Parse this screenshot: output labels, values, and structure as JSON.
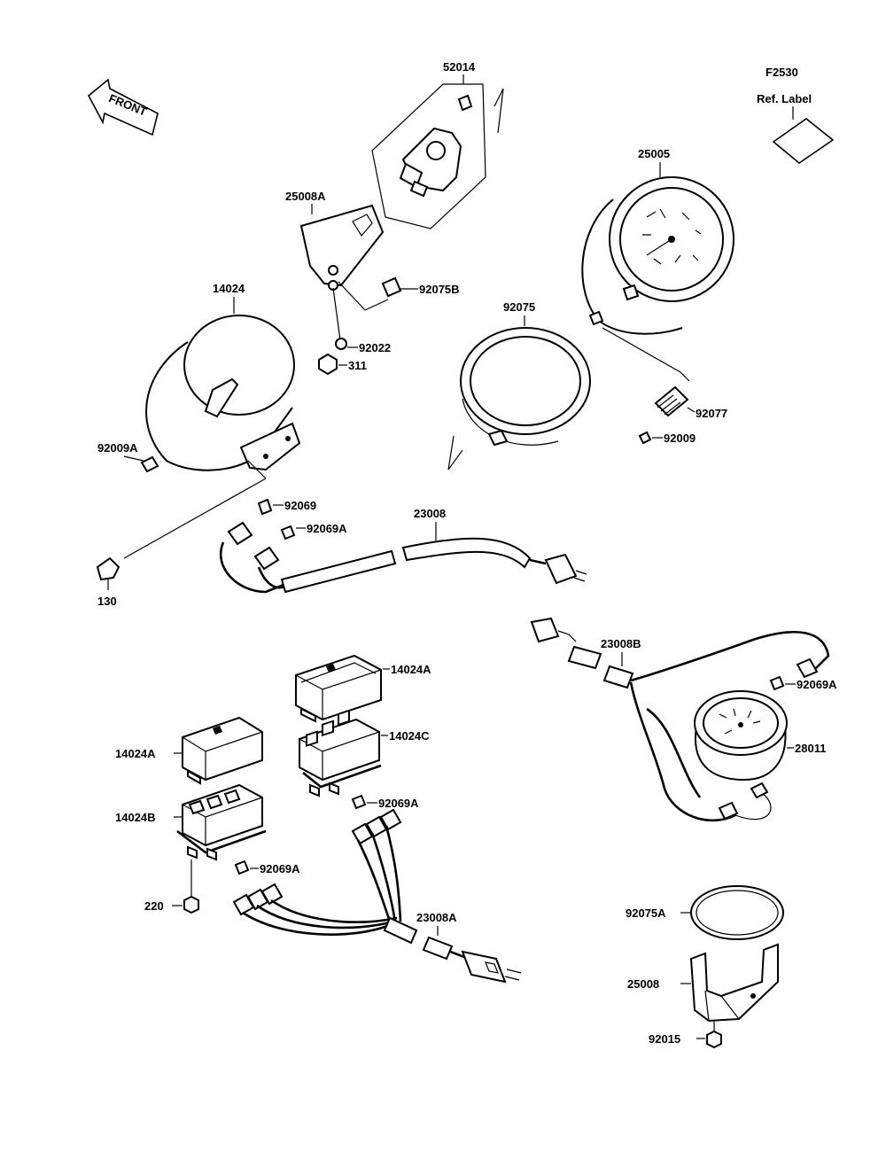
{
  "header": {
    "code": "F2530",
    "ref_label": "Ref. Label",
    "front": "FRONT"
  },
  "labels": {
    "p52014": "52014",
    "p25008A": "25008A",
    "p92075B": "92075B",
    "p92022": "92022",
    "p311": "311",
    "p14024": "14024",
    "p92075": "92075",
    "p25005": "25005",
    "p92077": "92077",
    "p92009": "92009",
    "p92009A": "92009A",
    "p130": "130",
    "p92069": "92069",
    "p92069A_1": "92069A",
    "p23008": "23008",
    "p23008B": "23008B",
    "p92069A_2": "92069A",
    "p28011": "28011",
    "p14024A_1": "14024A",
    "p14024C": "14024C",
    "p14024A_2": "14024A",
    "p14024B": "14024B",
    "p92069A_3": "92069A",
    "p92069A_4": "92069A",
    "p220": "220",
    "p23008A": "23008A",
    "p92075A": "92075A",
    "p25008": "25008",
    "p92015": "92015"
  }
}
